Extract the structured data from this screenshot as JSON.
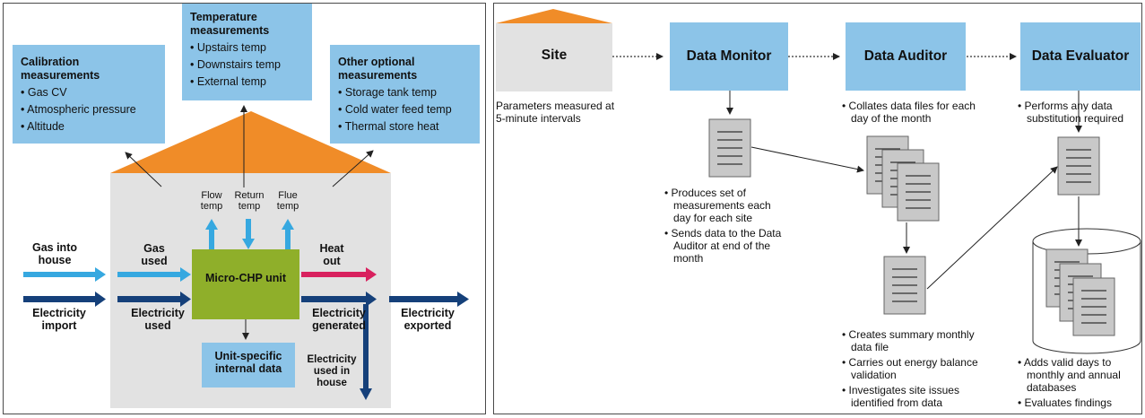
{
  "left": {
    "calibration": {
      "title": "Calibration measurements",
      "items": [
        "Gas CV",
        "Atmospheric pressure",
        "Altitude"
      ]
    },
    "temperature": {
      "title": "Temperature measurements",
      "items": [
        "Upstairs temp",
        "Downstairs temp",
        "External temp"
      ]
    },
    "optional": {
      "title": "Other optional measurements",
      "items": [
        "Storage tank temp",
        "Cold water feed temp",
        "Thermal store heat"
      ]
    },
    "flow_temp": "Flow temp",
    "return_temp": "Return temp",
    "flue_temp": "Flue temp",
    "gas_into_house": "Gas into house",
    "gas_used": "Gas used",
    "heat_out": "Heat out",
    "micro_chp": "Micro-CHP unit",
    "electricity_import": "Electricity import",
    "electricity_used": "Electricity used",
    "electricity_generated": "Electricity generated",
    "electricity_exported": "Electricity exported",
    "unit_specific": "Unit-specific internal data",
    "electricity_used_house": "Electricity used in house",
    "colors": {
      "roof": "#f08c28",
      "house": "#e2e2e2",
      "unit": "#8faf2a",
      "light_arrow": "#36a8e0",
      "dark_arrow": "#15407a",
      "heat_arrow": "#d8215e"
    }
  },
  "right": {
    "site": "Site",
    "site_note": "Parameters measured at 5-minute intervals",
    "data_monitor": "Data Monitor",
    "monitor_notes": [
      "Produces set of measurements each day for each site",
      "Sends data to the Data Auditor at end of the month"
    ],
    "data_auditor": "Data Auditor",
    "auditor_note": "Collates data files for each day of the month",
    "auditor_notes": [
      "Creates summary monthly data file",
      "Carries out energy balance validation",
      "Investigates site issues identified from data"
    ],
    "data_evaluator": "Data Evaluator",
    "evaluator_note": "Performs any data substitution required",
    "evaluator_notes": [
      "Adds valid days to monthly and annual databases",
      "Evaluates findings"
    ]
  }
}
